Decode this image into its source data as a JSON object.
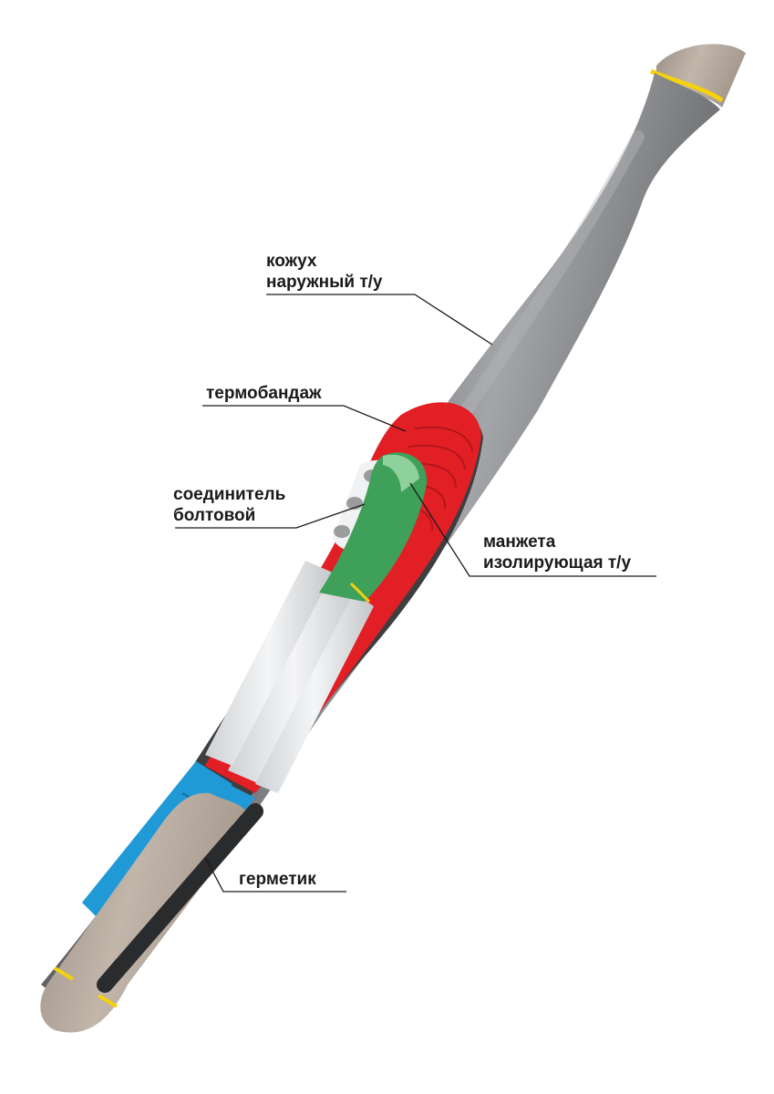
{
  "labels": {
    "outer_casing": [
      "кожух",
      "наружный т/у"
    ],
    "thermal_bandage": [
      "термобандаж"
    ],
    "bolt_connector": [
      "соединитель",
      "болтовой"
    ],
    "insulating_sleeve": [
      "манжета",
      "изолирующая т/у"
    ],
    "sealant": [
      "герметик"
    ]
  },
  "colors": {
    "casing": "#5a5b5d",
    "casing_highlight": "#9c9ea1",
    "cable_sheath": "#b1a499",
    "bandage_red": "#e31f26",
    "sleeve_green": "#3fa05a",
    "core_white": "#e9ebed",
    "sealant_blue": "#1f9ad6",
    "yellow_ring": "#f4d20c"
  }
}
